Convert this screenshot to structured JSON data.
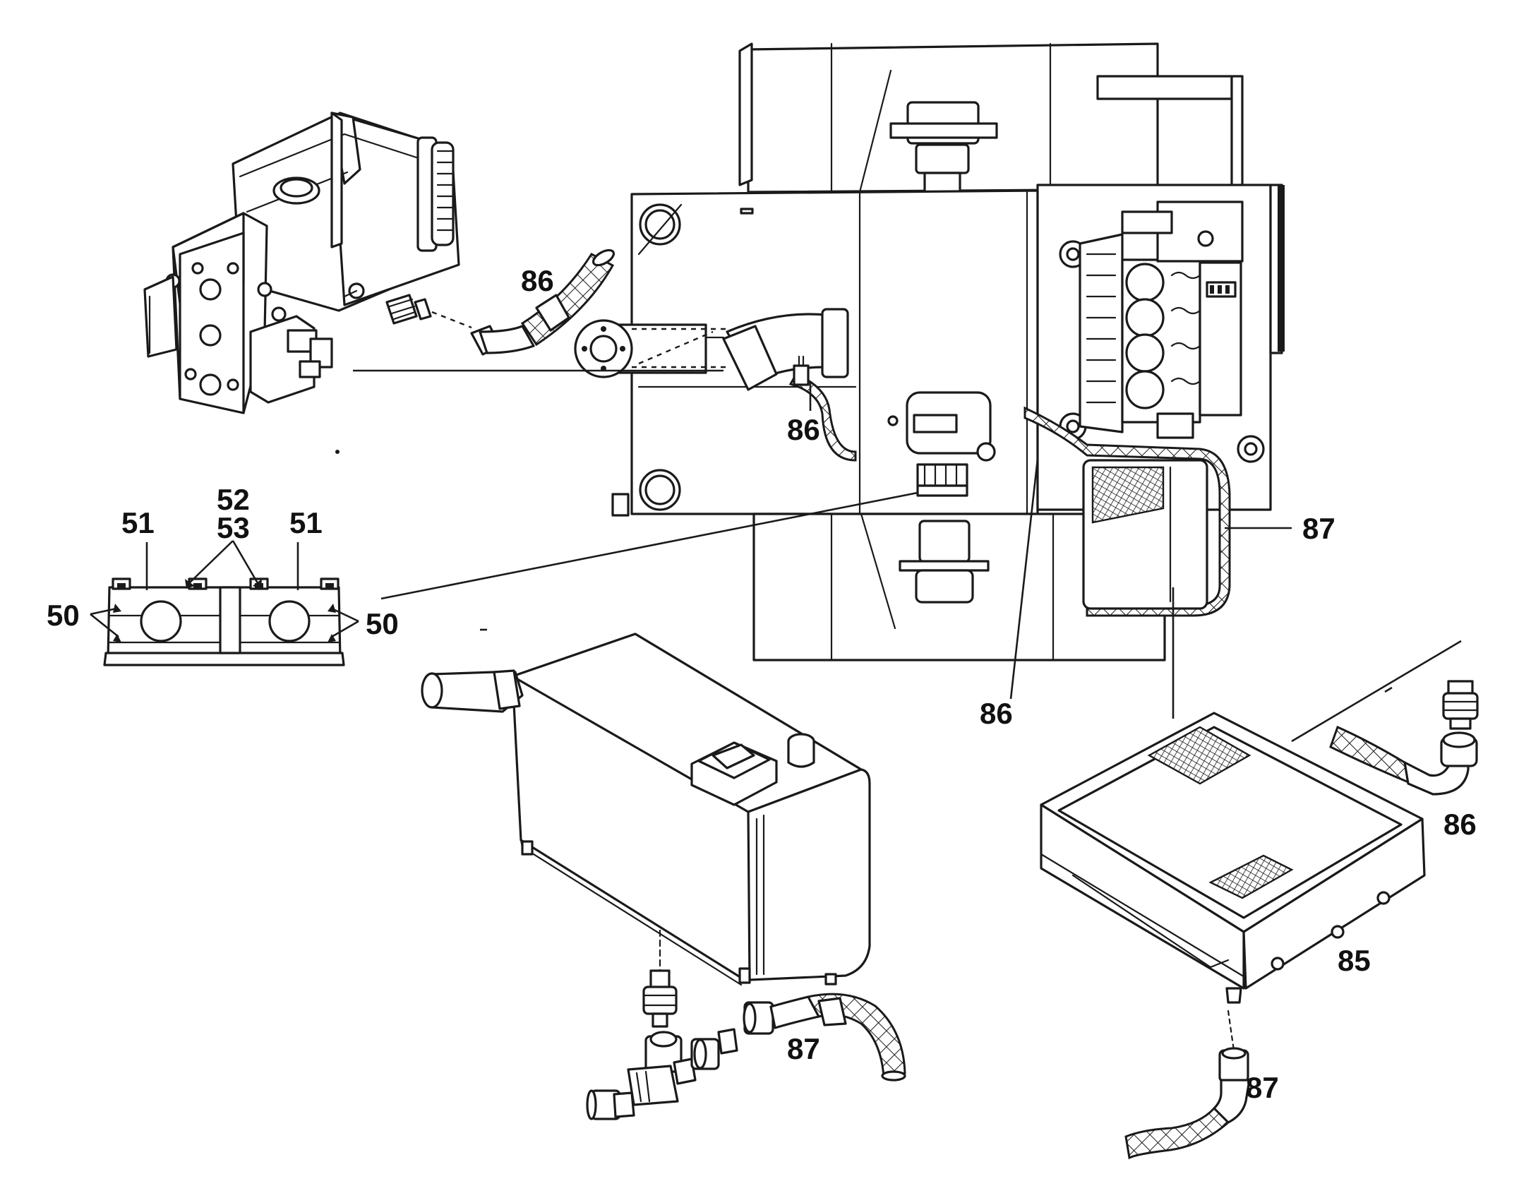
{
  "callouts": {
    "motor_hose_86": "86",
    "tank_hose_86": "86",
    "lower_hose_86": "86",
    "cooler_hose_86": "86",
    "cooler_87_right": "87",
    "tank_hose_87": "87",
    "cooler_hose_87": "87",
    "cooler_85": "85",
    "clamp_51_left": "51",
    "clamp_51_right": "51",
    "clamp_52": "52",
    "clamp_53": "53",
    "clamp_50_left": "50",
    "clamp_50_right": "50"
  },
  "components": [
    "hydraulic-motor",
    "engine-frame-assembly",
    "pipe-clamp-block",
    "hydraulic-tank",
    "oil-cooler",
    "hose-86",
    "hose-87",
    "fittings"
  ]
}
